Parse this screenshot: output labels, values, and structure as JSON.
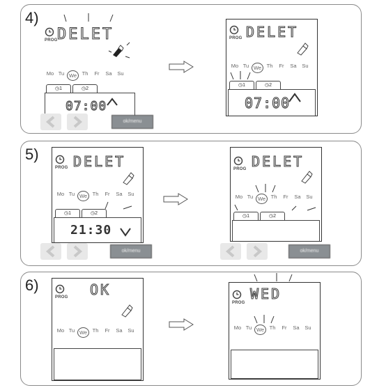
{
  "steps": [
    {
      "number": "4)",
      "display_left": "DELET",
      "display_right": "DELET"
    },
    {
      "number": "5)",
      "display_left": "DELET",
      "display_right": "DELET"
    },
    {
      "number": "6)",
      "display_left": "OK",
      "display_right": "WED"
    }
  ],
  "prog_label": "PROG",
  "days": [
    "Mo",
    "Tu",
    "We",
    "Th",
    "Fr",
    "Sa",
    "Su"
  ],
  "tabs": {
    "tab1": "1",
    "tab2": "2"
  },
  "times": {
    "step4_left": "07:00",
    "step4_right": "07:00",
    "step5_left": "21:30"
  },
  "buttons": {
    "ok_menu": "ok/menu"
  },
  "icons": [
    "clock-icon",
    "eraser-icon",
    "arrow-right-hollow-icon",
    "chevron-left-icon",
    "chevron-right-icon",
    "caret-up-icon",
    "caret-down-icon"
  ],
  "colors": {
    "panel_border": "#8a8a8a",
    "screen_border": "#333333",
    "button_gray": "#8a8f93"
  }
}
